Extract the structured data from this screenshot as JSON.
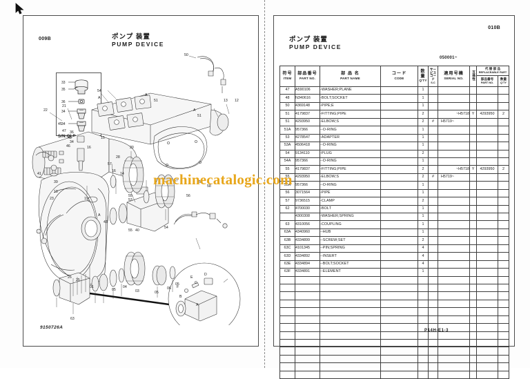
{
  "window": {
    "cursor_icon": "mouse-cursor"
  },
  "watermark": {
    "text": "machinecatalogic.com",
    "color": "#e8a71c"
  },
  "left_page": {
    "figure_code": "009B",
    "title_jp": "ポンプ 装置",
    "title_en": "PUMP  DEVICE",
    "subfigure_label": "S/N:OLD",
    "subfigure_callouts": [
      "33",
      "35",
      "36",
      "34",
      "34"
    ],
    "drawing_no": "9150726A",
    "callouts": [
      "50",
      "54",
      "22",
      "21",
      "13",
      "12",
      "51",
      "51",
      "18",
      "19",
      "55",
      "56",
      "57",
      "41",
      "39",
      "57",
      "59",
      "58",
      "20",
      "28",
      "53",
      "55",
      "54",
      "48",
      "47",
      "45",
      "46",
      "36",
      "34",
      "15",
      "16",
      "16",
      "14",
      "01",
      "25",
      "26",
      "05",
      "03",
      "04",
      "05",
      "06",
      "05",
      "63",
      "23",
      "43",
      "40",
      "A",
      "B",
      "C",
      "D",
      "E",
      "F"
    ]
  },
  "right_page": {
    "figure_code": "010B",
    "title_jp": "ポンプ 装置",
    "title_en": "PUMP  DEVICE",
    "serial_range": "050001~",
    "footer_code": "P14H-E1-3",
    "columns": [
      {
        "jp": "符号",
        "en": "ITEM"
      },
      {
        "jp": "部品番号",
        "en": "PART NO."
      },
      {
        "jp": "部 品 名",
        "en": "PART NAME"
      },
      {
        "jp": "コード",
        "en": "CODE"
      },
      {
        "jp": "数量",
        "en": "Q'TY"
      },
      {
        "jp": "サービス コード",
        "en": "S.C"
      },
      {
        "jp": "適用号機",
        "en": "SERIAL NO."
      },
      {
        "jp": "互換性",
        "en": "CA"
      },
      {
        "jp": "代 替 部 品",
        "en": "REPLACEABLE PART"
      },
      {
        "jp": "部品番号",
        "en": "PART NO."
      },
      {
        "jp": "数量",
        "en": "Q'TY"
      }
    ],
    "rows": [
      {
        "item": "47",
        "part_no": "A590106",
        "name": "-WASHER;PLANE",
        "code": "",
        "qty": "1",
        "sc": "",
        "serial": "",
        "serial_align": "r",
        "ca": "",
        "r_part_no": "",
        "r_qty": ""
      },
      {
        "item": "48",
        "part_no": "N340616",
        "name": "-BOLT;SOCKET",
        "code": "",
        "qty": "1",
        "sc": "",
        "serial": "",
        "serial_align": "r",
        "ca": "",
        "r_part_no": "",
        "r_qty": ""
      },
      {
        "item": "50",
        "part_no": "4369148",
        "name": "-PIPE;E",
        "code": "",
        "qty": "1",
        "sc": "",
        "serial": "",
        "serial_align": "r",
        "ca": "",
        "r_part_no": "",
        "r_qty": ""
      },
      {
        "item": "51",
        "part_no": "4179837",
        "name": "-FITTING;PIPE",
        "code": "",
        "qty": "2",
        "sc": "",
        "serial": "~H5718",
        "serial_align": "r",
        "ca": "Y",
        "r_part_no": "4293950",
        "r_qty": "2"
      },
      {
        "item": "51",
        "part_no": "4293950",
        "name": "-ELBOW;S",
        "code": "",
        "qty": "2",
        "sc": "#",
        "serial": "H5719~",
        "serial_align": "l",
        "ca": "",
        "r_part_no": "",
        "r_qty": ""
      },
      {
        "item": "51A",
        "part_no": "957366",
        "name": "--O-RING",
        "code": "",
        "qty": "1",
        "sc": "",
        "serial": "",
        "serial_align": "r",
        "ca": "",
        "r_part_no": "",
        "r_qty": ""
      },
      {
        "item": "53",
        "part_no": "4278547",
        "name": "-ADAPTER",
        "code": "",
        "qty": "1",
        "sc": "",
        "serial": "",
        "serial_align": "r",
        "ca": "",
        "r_part_no": "",
        "r_qty": ""
      },
      {
        "item": "53A",
        "part_no": "4506418",
        "name": "--O-RING",
        "code": "",
        "qty": "1",
        "sc": "",
        "serial": "",
        "serial_align": "r",
        "ca": "",
        "r_part_no": "",
        "r_qty": ""
      },
      {
        "item": "54",
        "part_no": "9134110",
        "name": "-PLUG",
        "code": "",
        "qty": "2",
        "sc": "",
        "serial": "",
        "serial_align": "r",
        "ca": "",
        "r_part_no": "",
        "r_qty": ""
      },
      {
        "item": "54A",
        "part_no": "957366",
        "name": "--O-RING",
        "code": "",
        "qty": "1",
        "sc": "",
        "serial": "",
        "serial_align": "r",
        "ca": "",
        "r_part_no": "",
        "r_qty": ""
      },
      {
        "item": "55",
        "part_no": "4179837",
        "name": "-FITTING;PIPE",
        "code": "",
        "qty": "2",
        "sc": "",
        "serial": "~H5718",
        "serial_align": "r",
        "ca": "Y",
        "r_part_no": "4293950",
        "r_qty": "2"
      },
      {
        "item": "55",
        "part_no": "4293950",
        "name": "-ELBOW;S",
        "code": "",
        "qty": "2",
        "sc": "#",
        "serial": "H5719~",
        "serial_align": "l",
        "ca": "",
        "r_part_no": "",
        "r_qty": ""
      },
      {
        "item": "55A",
        "part_no": "957366",
        "name": "--O-RING",
        "code": "",
        "qty": "1",
        "sc": "",
        "serial": "",
        "serial_align": "r",
        "ca": "",
        "r_part_no": "",
        "r_qty": ""
      },
      {
        "item": "56",
        "part_no": "3071564",
        "name": "-PIPE",
        "code": "",
        "qty": "1",
        "sc": "",
        "serial": "",
        "serial_align": "r",
        "ca": "",
        "r_part_no": "",
        "r_qty": ""
      },
      {
        "item": "57",
        "part_no": "9736515",
        "name": "-CLAMP",
        "code": "",
        "qty": "2",
        "sc": "",
        "serial": "",
        "serial_align": "r",
        "ca": "",
        "r_part_no": "",
        "r_qty": ""
      },
      {
        "item": "62",
        "part_no": "4700030",
        "name": "-BOLT",
        "code": "",
        "qty": "1",
        "sc": "",
        "serial": "",
        "serial_align": "r",
        "ca": "",
        "r_part_no": "",
        "r_qty": ""
      },
      {
        "item": "",
        "part_no": "4300308",
        "name": "-WASHER;SPRING",
        "code": "",
        "qty": "1",
        "sc": "",
        "serial": "",
        "serial_align": "r",
        "ca": "",
        "r_part_no": "",
        "r_qty": ""
      },
      {
        "item": "63",
        "part_no": "4310056",
        "name": "-COUPLING",
        "code": "",
        "qty": "1",
        "sc": "",
        "serial": "",
        "serial_align": "r",
        "ca": "",
        "r_part_no": "",
        "r_qty": ""
      },
      {
        "item": "63A",
        "part_no": "4340960",
        "name": "--HUB",
        "code": "",
        "qty": "1",
        "sc": "",
        "serial": "",
        "serial_align": "r",
        "ca": "",
        "r_part_no": "",
        "r_qty": ""
      },
      {
        "item": "63B",
        "part_no": "4334899",
        "name": "--SCREW;SET",
        "code": "",
        "qty": "2",
        "sc": "",
        "serial": "",
        "serial_align": "r",
        "ca": "",
        "r_part_no": "",
        "r_qty": ""
      },
      {
        "item": "63C",
        "part_no": "4101345",
        "name": "--PIN;SPRING",
        "code": "",
        "qty": "4",
        "sc": "",
        "serial": "",
        "serial_align": "r",
        "ca": "",
        "r_part_no": "",
        "r_qty": ""
      },
      {
        "item": "63D",
        "part_no": "4334892",
        "name": "--INSERT",
        "code": "",
        "qty": "4",
        "sc": "",
        "serial": "",
        "serial_align": "r",
        "ca": "",
        "r_part_no": "",
        "r_qty": ""
      },
      {
        "item": "63E",
        "part_no": "4334894",
        "name": "--BOLT;SOCKET",
        "code": "",
        "qty": "4",
        "sc": "",
        "serial": "",
        "serial_align": "r",
        "ca": "",
        "r_part_no": "",
        "r_qty": ""
      },
      {
        "item": "63F",
        "part_no": "4334891",
        "name": "--ELEMENT",
        "code": "",
        "qty": "1",
        "sc": "",
        "serial": "",
        "serial_align": "r",
        "ca": "",
        "r_part_no": "",
        "r_qty": ""
      }
    ],
    "blank_row_count": 13
  }
}
